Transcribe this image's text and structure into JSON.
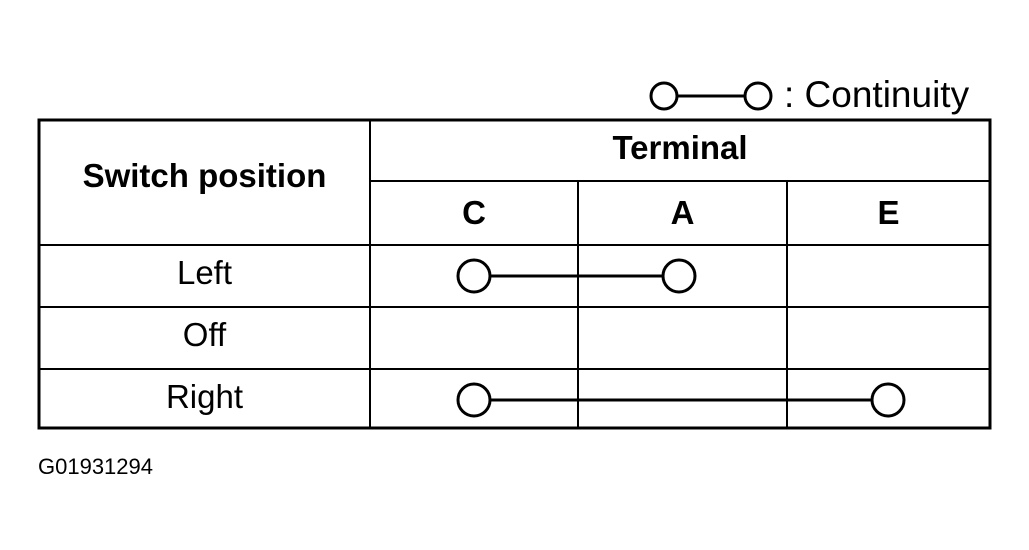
{
  "legend": {
    "symbol_icon": "continuity-symbol-icon",
    "label": ": Continuity"
  },
  "table": {
    "row_header": "Switch position",
    "group_header": "Terminal",
    "terminals": [
      "C",
      "A",
      "E"
    ],
    "rows": [
      {
        "position": "Left",
        "continuity": [
          "C",
          "A"
        ]
      },
      {
        "position": "Off",
        "continuity": []
      },
      {
        "position": "Right",
        "continuity": [
          "C",
          "E"
        ]
      }
    ]
  },
  "figure_id": "G01931294",
  "colors": {
    "line": "#000000",
    "background": "#ffffff"
  }
}
